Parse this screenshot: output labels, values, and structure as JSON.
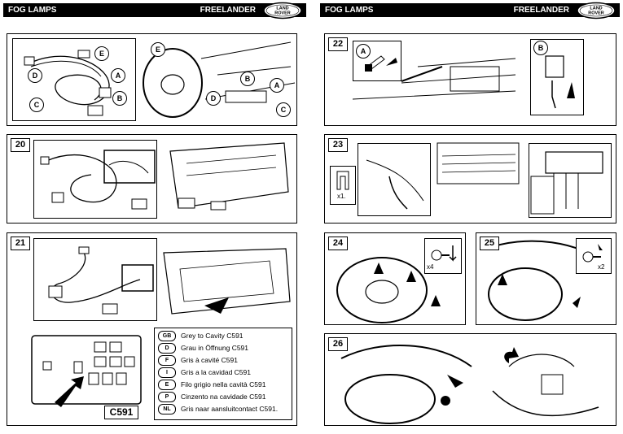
{
  "header_left": {
    "title": "FOG LAMPS",
    "model": "FREELANDER",
    "logo_line1": "LAND",
    "logo_line2": "ROVER"
  },
  "header_right": {
    "title": "FOG LAMPS",
    "model": "FREELANDER",
    "logo_line1": "LAND",
    "logo_line2": "ROVER"
  },
  "steps": {
    "s20": "20",
    "s21": "21",
    "s22": "22",
    "s23": "23",
    "s24": "24",
    "s25": "25",
    "s26": "26"
  },
  "callouts": {
    "a": "A",
    "b": "B",
    "c": "C",
    "d": "D",
    "e": "E"
  },
  "quantities": {
    "clip": "x1.",
    "screws24": "x4",
    "screws25": "x2"
  },
  "connector_label": "C591",
  "legend": [
    {
      "code": "GB",
      "text": "Grey to Cavity C591"
    },
    {
      "code": "D",
      "text": "Grau in Öffnung C591"
    },
    {
      "code": "F",
      "text": "Gris à cavité C591"
    },
    {
      "code": "I",
      "text": "Gris a la cavidad C591"
    },
    {
      "code": "E",
      "text": "Filo grigio nella cavità C591"
    },
    {
      "code": "P",
      "text": "Cinzento na cavidade C591"
    },
    {
      "code": "NL",
      "text": "Gris naar aansluitcontact C591."
    }
  ]
}
